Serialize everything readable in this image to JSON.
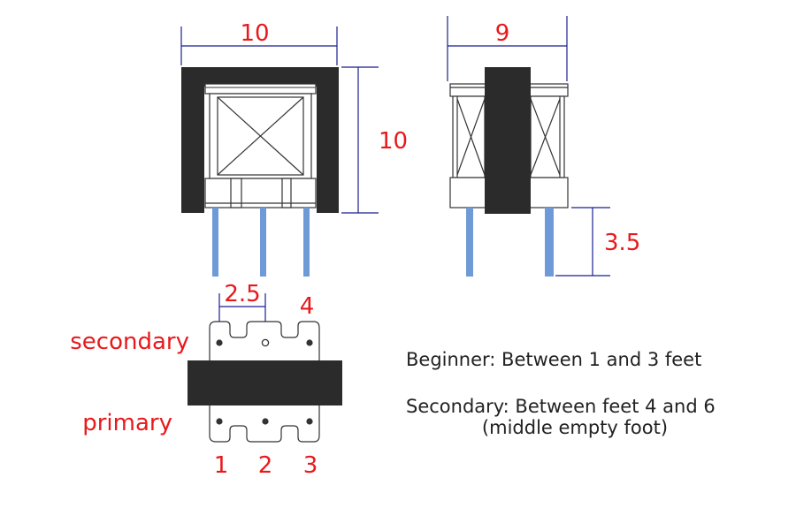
{
  "colors": {
    "dimension_text": "#e8191c",
    "dimension_line": "#1b1f8f",
    "core": "#2b2b2b",
    "pin": "#6e9bd8",
    "outline": "#333333"
  },
  "front_view": {
    "width_label": "10",
    "height_label": "10"
  },
  "side_view": {
    "width_label": "9",
    "pin_length_label": "3.5"
  },
  "bottom_view": {
    "pin_pitch_label": "2.5",
    "pin4_label": "4",
    "secondary_label": "secondary",
    "primary_label": "primary",
    "pin1_label": "1",
    "pin2_label": "2",
    "pin3_label": "3"
  },
  "notes": {
    "line1": "Beginner: Between 1 and 3 feet",
    "line2": "Secondary: Between feet 4 and 6",
    "line3": "(middle empty foot)"
  }
}
